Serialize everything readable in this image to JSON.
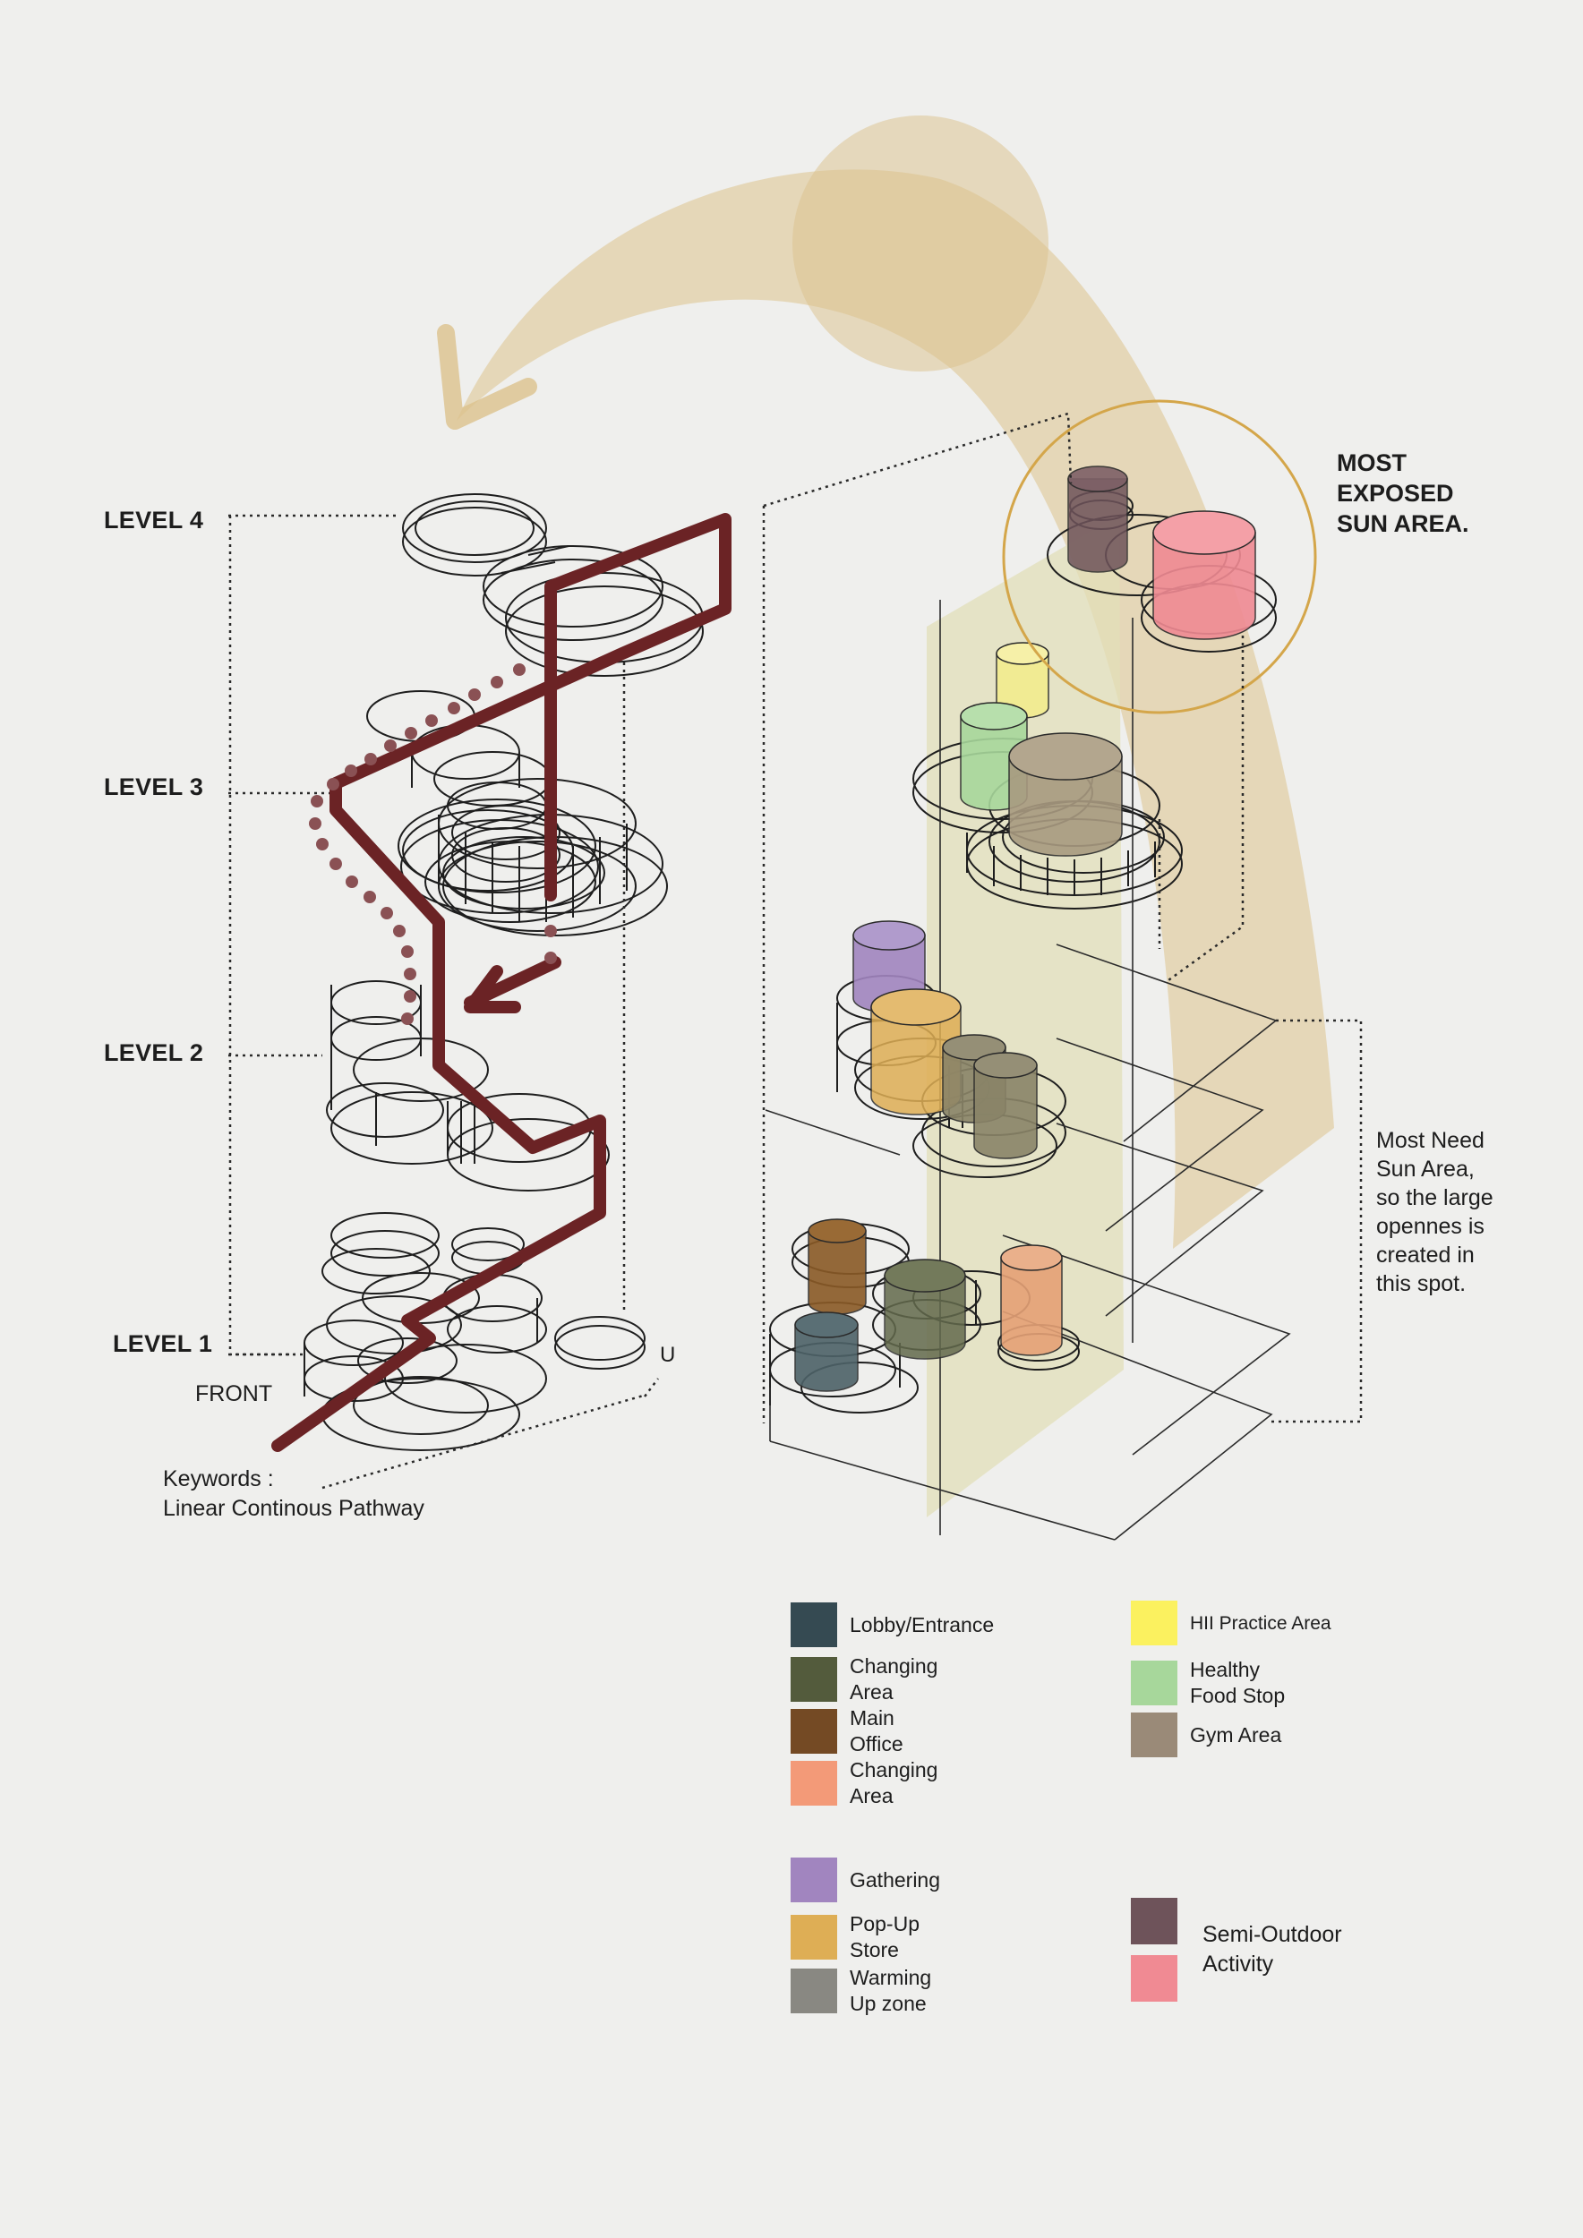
{
  "levels": [
    "LEVEL 4",
    "LEVEL 3",
    "LEVEL 2",
    "LEVEL 1"
  ],
  "front_label": "FRONT",
  "u_label": "U",
  "keywords": {
    "line1": "Keywords :",
    "line2": "Linear Continous Pathway"
  },
  "sun_callout": {
    "line1": "MOST",
    "line2": "EXPOSED",
    "line3": "SUN AREA."
  },
  "need_note": [
    "Most Need",
    "Sun Area,",
    "so the large",
    "opennes is",
    "created in",
    "this spot."
  ],
  "legend": [
    {
      "label": "Lobby/Entrance",
      "color": "#354a52"
    },
    {
      "label": "Changing\nArea",
      "color": "#535b3c"
    },
    {
      "label": "Main\nOffice",
      "color": "#744a24"
    },
    {
      "label": "Changing\nArea",
      "color": "#f39a78"
    },
    {
      "label": "HII Practice Area",
      "color": "#fbf15f"
    },
    {
      "label": "Healthy\nFood Stop",
      "color": "#a7d79b"
    },
    {
      "label": "Gym Area",
      "color": "#9a8a78"
    },
    {
      "label": "Gathering",
      "color": "#a185bf"
    },
    {
      "label": "Pop-Up\nStore",
      "color": "#deae55"
    },
    {
      "label": "Warming\nUp zone",
      "color": "#898882"
    },
    {
      "label": "Semi-Outdoor\nActivity",
      "color": "#6e535a"
    },
    {
      "label": "",
      "color": "#f08a93"
    }
  ],
  "colors": {
    "pathway": "#6b2325",
    "sun_arrow": "#dcc28c",
    "sun_ring": "#d4a64a",
    "light_shaft": "#e2dfb8",
    "outline": "#1e1e1e"
  },
  "icons": {
    "pathway": "pathway-zigzag-arrow",
    "sun": "sun-disc",
    "sun_path": "curved-sun-arrow"
  }
}
